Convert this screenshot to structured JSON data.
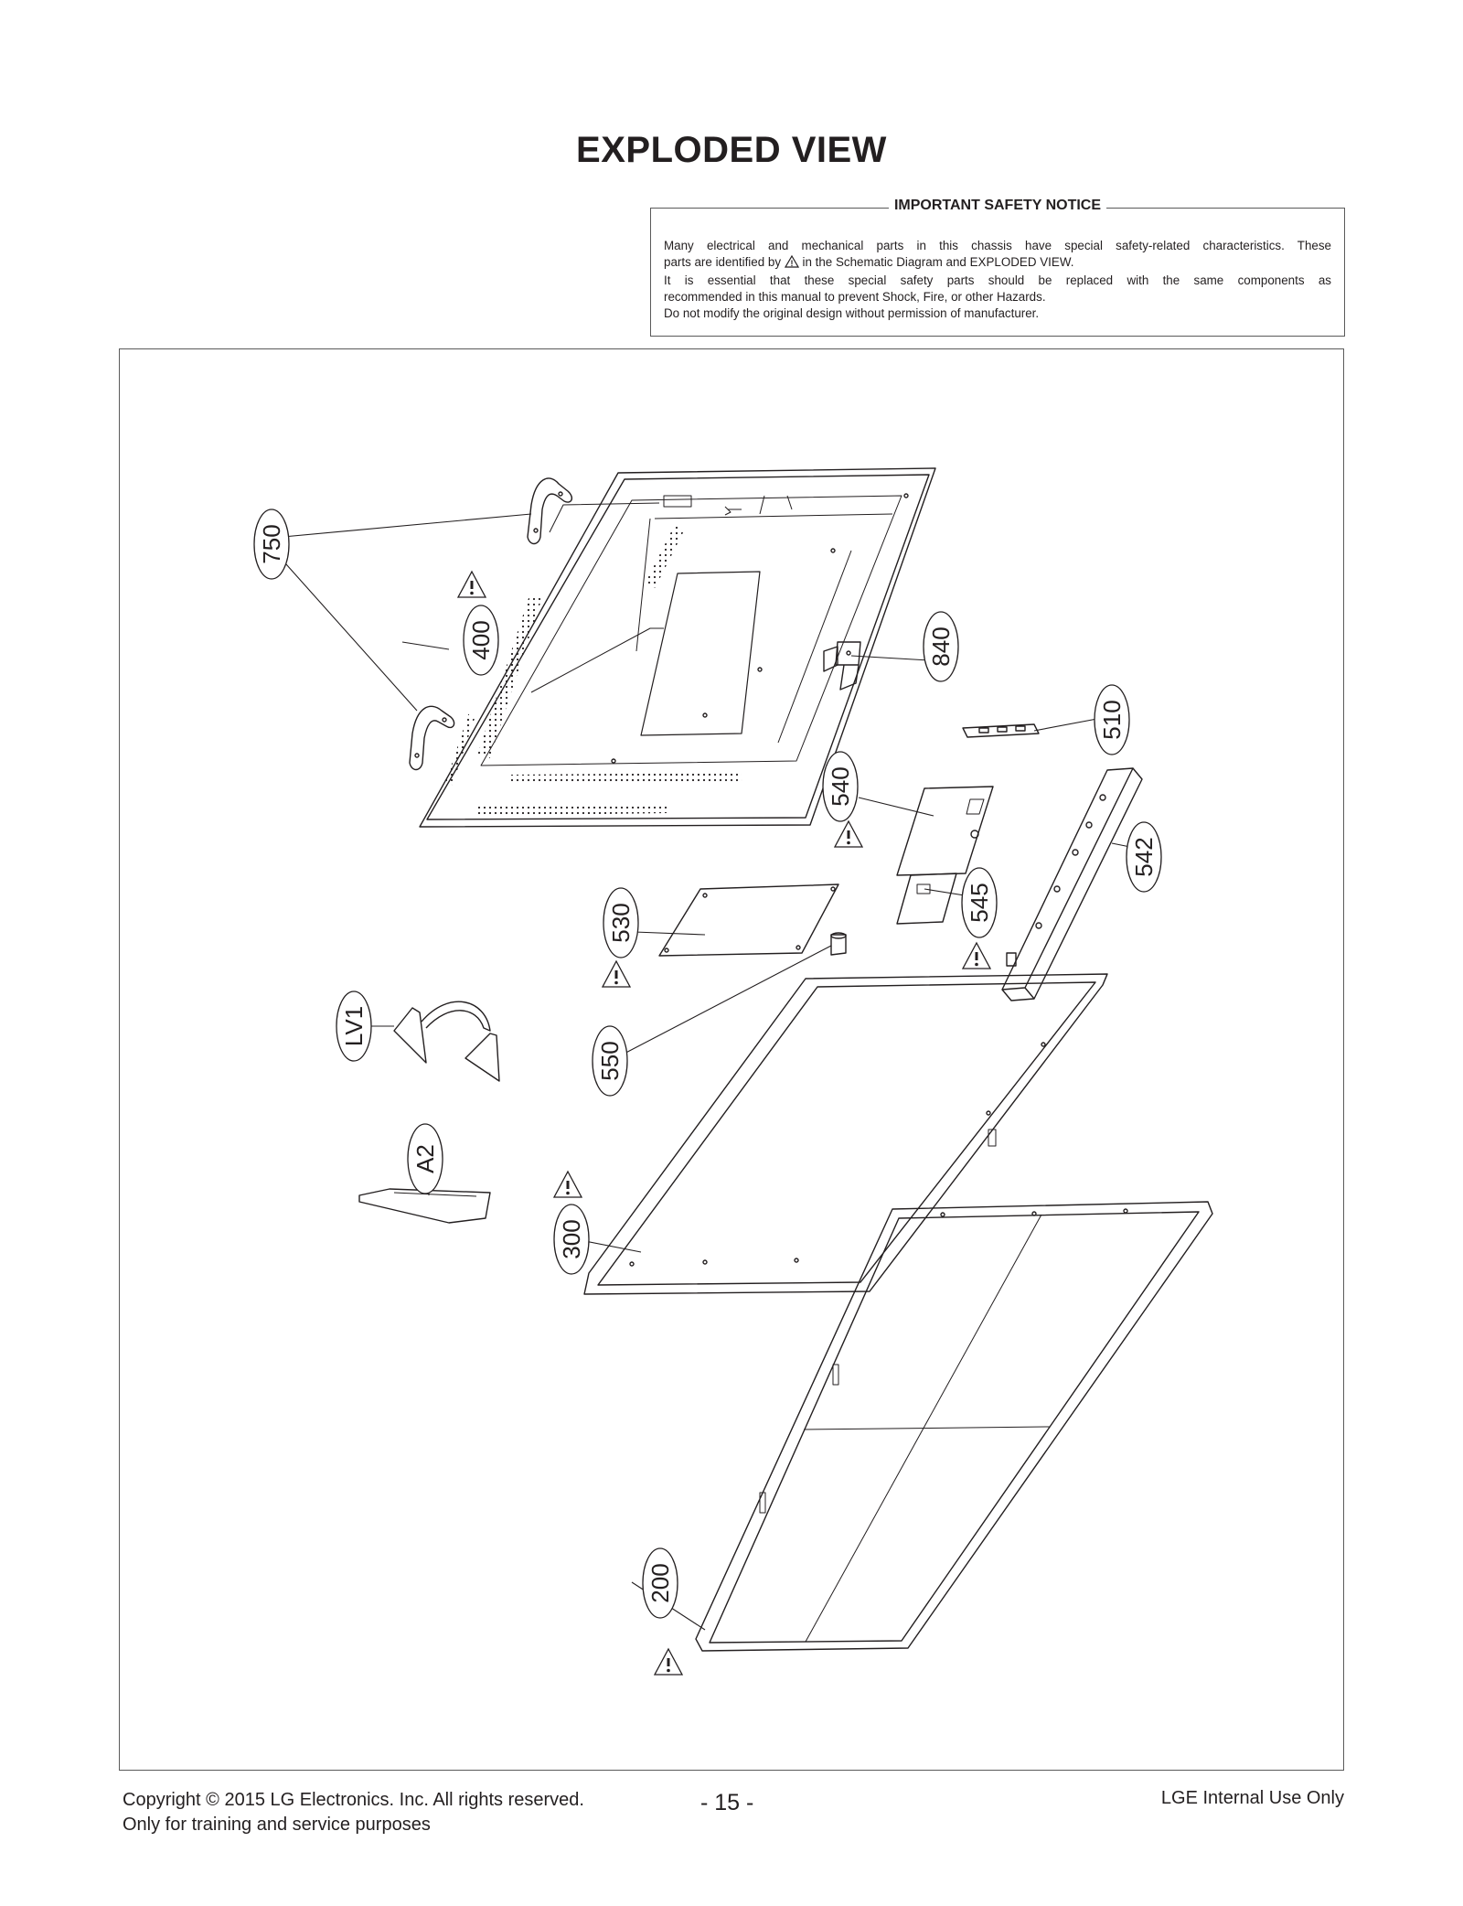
{
  "title": "EXPLODED VIEW",
  "notice": {
    "heading": "IMPORTANT SAFETY NOTICE",
    "line1": "Many electrical and mechanical parts in this chassis have special safety-related characteristics. These",
    "line2a": "parts are identified by",
    "line2b": "in the Schematic Diagram and EXPLODED VIEW.",
    "line3": "It is essential that these special safety parts should be replaced with the same components as",
    "line4": "recommended in this manual to prevent Shock, Fire, or other Hazards.",
    "line5": "Do not modify the original design without permission of manufacturer."
  },
  "parts": {
    "p750": "750",
    "p400": "400",
    "p840": "840",
    "p510": "510",
    "p540": "540",
    "p542": "542",
    "p545": "545",
    "p530": "530",
    "pLV1": "LV1",
    "p550": "550",
    "pA2": "A2",
    "p300": "300",
    "p200": "200"
  },
  "footer": {
    "copyright": "Copyright  © 2015  LG Electronics. Inc. All rights reserved.",
    "purpose": "Only for training and service purposes",
    "page": "- 15 -",
    "internal": "LGE Internal Use Only"
  }
}
